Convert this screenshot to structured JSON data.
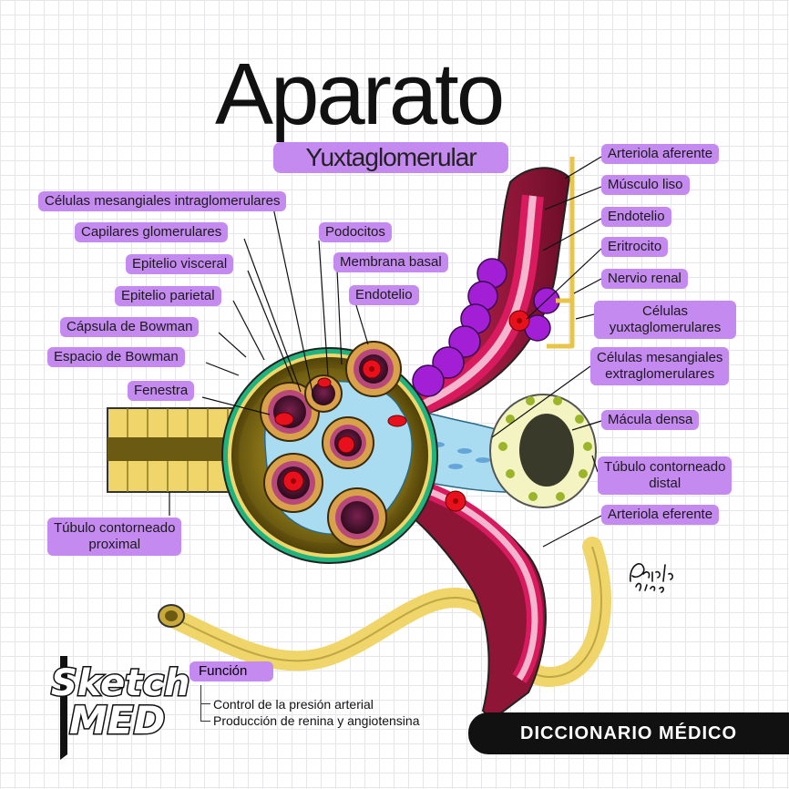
{
  "title": "Aparato",
  "subtitle": "Yuxtaglomerular",
  "labels": {
    "mesangial_intra": "Células mesangiales intraglomerulares",
    "capilares": "Capilares glomerulares",
    "podocitos": "Podocitos",
    "membrana_basal": "Membrana basal",
    "epitelio_visceral": "Epitelio visceral",
    "epitelio_parietal": "Epitelio parietal",
    "endotelio_left": "Endotelio",
    "capsula_bowman": "Cápsula de Bowman",
    "espacio_bowman": "Espacio de Bowman",
    "fenestra": "Fenestra",
    "tubulo_proximal": [
      "Túbulo contorneado",
      "proximal"
    ],
    "arteriola_aferente": "Arteriola aferente",
    "musculo_liso": "Músculo liso",
    "endotelio_right": "Endotelio",
    "eritrocito": "Eritrocito",
    "nervio_renal": "Nervio renal",
    "celulas_yuxta": [
      "Células",
      "yuxtaglomerulares"
    ],
    "mesangial_extra": [
      "Células mesangiales",
      "extraglomerulares"
    ],
    "macula_densa": "Mácula densa",
    "tubulo_distal": [
      "Túbulo contorneado",
      "distal"
    ],
    "arteriola_eferente": "Arteriola eferente"
  },
  "funcion": {
    "title": "Función",
    "items": [
      "Control de la presión arterial",
      "Producción de renina y angiotensina"
    ]
  },
  "logo": {
    "line1": "Sketch",
    "line2": "MED"
  },
  "footer": "DICCIONARIO MÉDICO",
  "colors": {
    "label_bg": "#c48af0",
    "arteriole": "#8e1535",
    "arteriole_wall": "#d91a5e",
    "jg_cells": "#a21fd6",
    "bowman_capsule": "#6b5a12",
    "tubule": "#f0d56b",
    "capillary_lumen": "#5a1638",
    "erythrocyte": "#e8101c",
    "mesangium": "#a9dcf0",
    "outer_ring": "#1fb47e",
    "macula": "#eef0b8"
  }
}
